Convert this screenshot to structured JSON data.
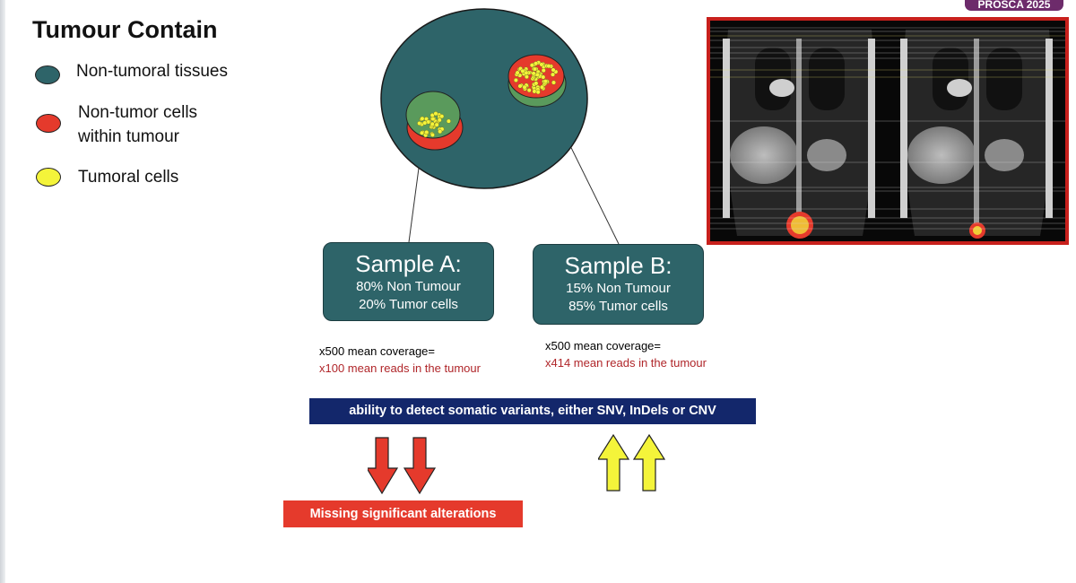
{
  "badge": "PROSCA 2025",
  "title": "Tumour Contain",
  "legend": [
    {
      "label_lines": [
        "Non-tumoral tissues"
      ],
      "color": "#2e6469"
    },
    {
      "label_lines": [
        "Non-tumor cells",
        "within tumour"
      ],
      "color": "#e53a2c"
    },
    {
      "label_lines": [
        "Tumoral cells"
      ],
      "color": "#f4f43a"
    }
  ],
  "sample_a": {
    "title": "Sample A:",
    "line1": "80% Non Tumour",
    "line2": "20% Tumor cells"
  },
  "sample_b": {
    "title": "Sample B:",
    "line1": "15% Non Tumour",
    "line2": "85% Tumor cells"
  },
  "coverage_a": {
    "line1": "x500 mean coverage=",
    "line2": "x100 mean reads in the tumour"
  },
  "coverage_b": {
    "line1": "x500 mean coverage=",
    "line2": "x414 mean reads in the tumour"
  },
  "banner": "ability to detect somatic variants, either SNV, InDels or CNV",
  "missing": "Missing significant alterations",
  "colors": {
    "tissue": "#2e6469",
    "tumour_red": "#e53a2c",
    "tumour_cell": "#f4f43a",
    "banner": "#13276b",
    "coverage_red": "#b0262a",
    "badge": "#6d2b6b"
  },
  "icons": {
    "down_arrows": "red-down-arrow-icon",
    "up_arrows": "yellow-up-arrow-icon"
  }
}
